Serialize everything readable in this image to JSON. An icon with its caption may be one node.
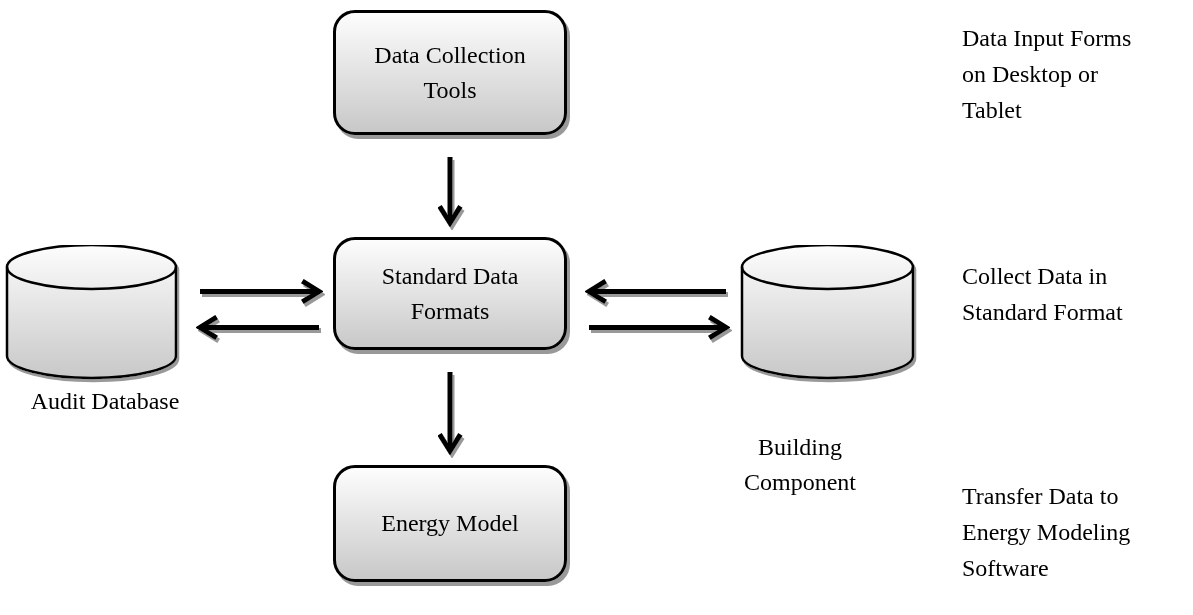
{
  "diagram": {
    "nodes": [
      {
        "text": [
          "Data Collection Tools"
        ]
      },
      {
        "text": [],
        "shape": "cylinder",
        "beside": [
          "Audit Database"
        ]
      },
      {
        "text": [
          "Standard Data Formats"
        ]
      },
      {
        "text": [],
        "shape": "cylinder",
        "beside": [
          "Building Component"
        ]
      },
      {
        "text": [
          "Energy Model"
        ]
      }
    ],
    "edges": [
      {
        "from": 0,
        "to": 2,
        "arrow": "to"
      },
      {
        "from": 1,
        "to": 2,
        "arrow": "to"
      },
      {
        "from": 2,
        "to": 1,
        "arrow": "to"
      },
      {
        "from": 3,
        "to": 2,
        "arrow": "to"
      },
      {
        "from": 2,
        "to": 3,
        "arrow": "to"
      },
      {
        "from": 2,
        "to": 4,
        "arrow": "to"
      }
    ],
    "labels": [
      "Data Input Forms on Desktop or Tablet",
      "Collect Data in Standard Format",
      "Transfer Data to Energy Modeling Software"
    ]
  }
}
